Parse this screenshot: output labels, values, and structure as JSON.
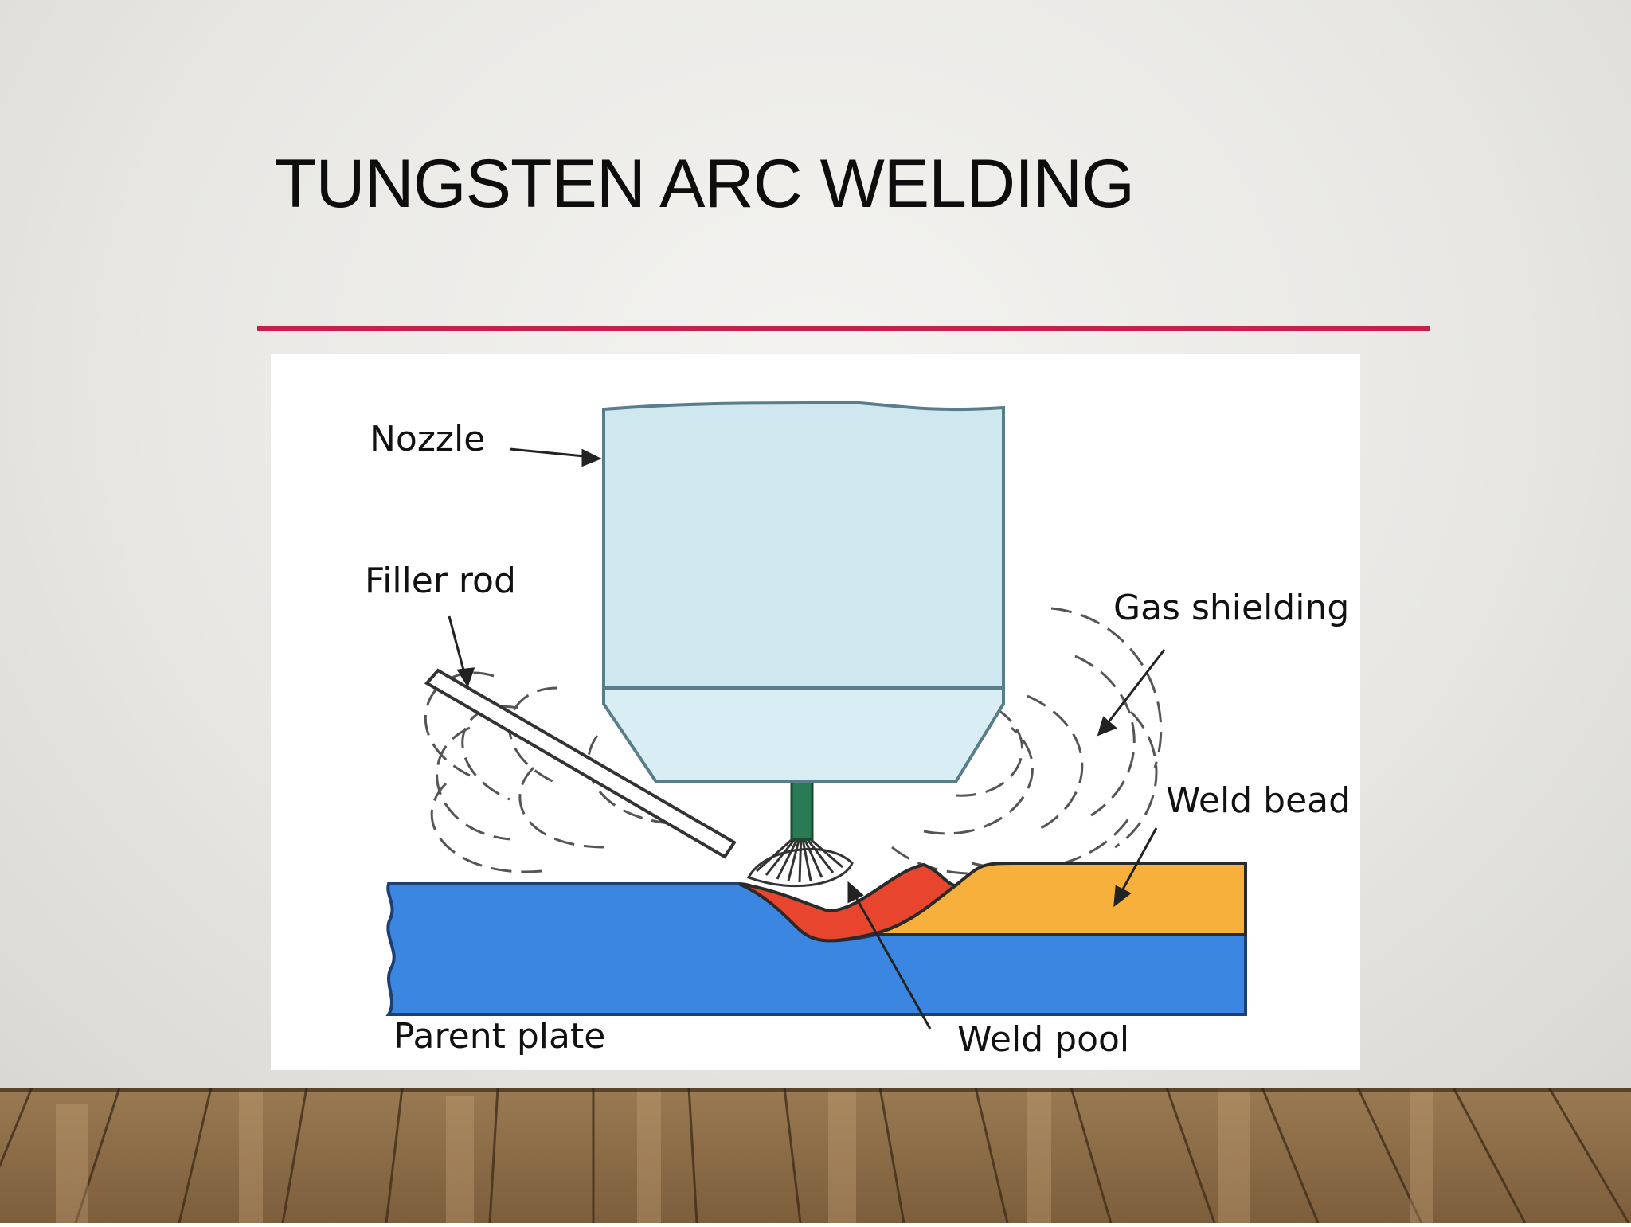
{
  "slide": {
    "title": "TUNGSTEN ARC WELDING"
  },
  "diagram": {
    "labels": {
      "nozzle": "Nozzle",
      "filler_rod": "Filler rod",
      "gas_shielding": "Gas shielding",
      "weld_bead": "Weld bead",
      "parent_plate": "Parent plate",
      "weld_pool": "Weld pool"
    },
    "colors": {
      "nozzle_fill": "#cfe8f0",
      "electrode": "#2a7a55",
      "parent_plate": "#3a86e0",
      "weld_bead": "#f7b03c",
      "weld_pool": "#e8452e",
      "title_rule": "#c8204c"
    }
  }
}
